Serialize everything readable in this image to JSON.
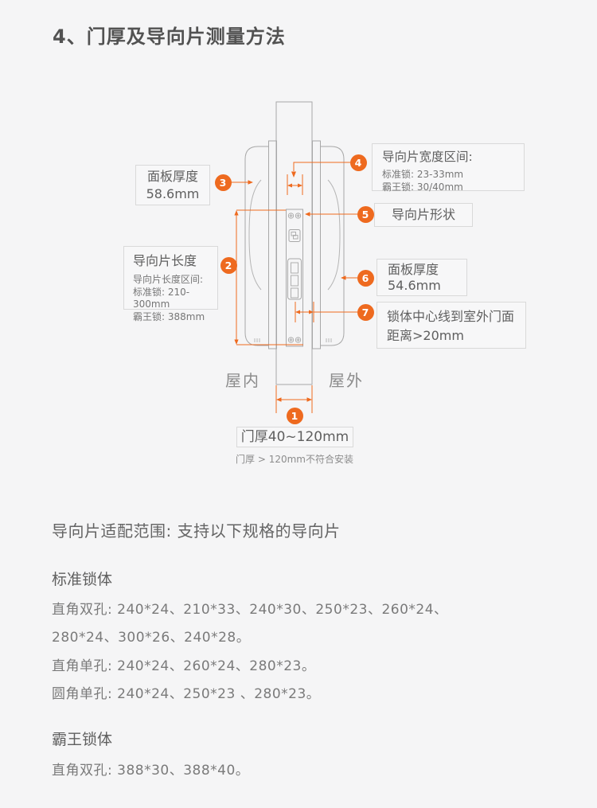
{
  "page": {
    "title": "4、门厚及导向片测量方法"
  },
  "colors": {
    "accent": "#ee6a1f",
    "diagram_line": "#a8a8a8"
  },
  "diagram": {
    "badges": [
      "1",
      "2",
      "3",
      "4",
      "5",
      "6",
      "7"
    ],
    "labels": {
      "indoor": "屋内",
      "outdoor": "屋外"
    },
    "callouts": {
      "panel_left": {
        "line1": "面板厚度",
        "line2": "58.6mm"
      },
      "guide_length": {
        "title": "导向片长度",
        "sub1": "导向片长度区间:",
        "sub2": "标准锁: 210-300mm",
        "sub3": "霸王锁: 388mm"
      },
      "guide_width": {
        "title": "导向片宽度区间:",
        "sub1": "标准锁: 23-33mm",
        "sub2": "霸王锁: 30/40mm"
      },
      "guide_shape": {
        "label": "导向片形状"
      },
      "panel_right": {
        "line1": "面板厚度",
        "line2": "54.6mm"
      },
      "center_distance": {
        "line1": "锁体中心线到室外门面",
        "line2": "距离>20mm"
      },
      "door_thickness": {
        "label": "门厚40~120mm",
        "note": "门厚 > 120mm不符合安装"
      }
    }
  },
  "specs": {
    "heading": "导向片适配范围: 支持以下规格的导向片",
    "standard": {
      "title": "标准锁体",
      "lines": [
        "直角双孔: 240*24、210*33、240*30、250*23、260*24、",
        "280*24、300*26、240*28。",
        "直角单孔: 240*24、260*24、280*23。",
        "圆角单孔: 240*24、250*23 、280*23。"
      ]
    },
    "baron": {
      "title": "霸王锁体",
      "lines": [
        "直角双孔: 388*30、388*40。"
      ]
    }
  }
}
